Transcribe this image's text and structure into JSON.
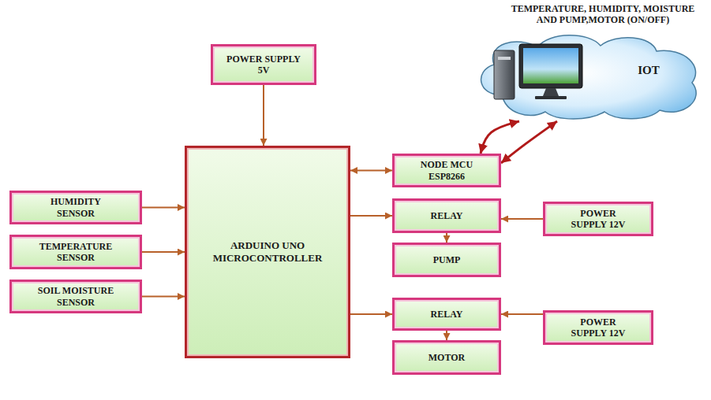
{
  "diagram": {
    "nodes": [
      {
        "text": [
          "TEMPERATURE, HUMIDITY, MOISTURE AND PUMP,MOTOR (ON/OFF)",
          "IOT"
        ]
      },
      {
        "text": [
          "POWER SUPPLY 5V"
        ]
      },
      {
        "text": [
          "ARDUINO UNO MICROCONTROLLER"
        ]
      },
      {
        "text": [
          "HUMIDITY SENSOR"
        ]
      },
      {
        "text": [
          "TEMPERATURE SENSOR"
        ]
      },
      {
        "text": [
          "SOIL MOISTURE SENSOR"
        ]
      },
      {
        "text": [
          "NODE MCU ESP8266"
        ]
      },
      {
        "text": [
          "RELAY"
        ]
      },
      {
        "text": [
          "POWER SUPPLY 12V"
        ]
      },
      {
        "text": [
          "PUMP"
        ]
      },
      {
        "text": [
          "RELAY"
        ]
      },
      {
        "text": [
          "POWER SUPPLY 12V"
        ]
      },
      {
        "text": [
          "MOTOR"
        ]
      }
    ],
    "edges": [
      {
        "from": 1,
        "to": 2,
        "arrow": "to"
      },
      {
        "from": 3,
        "to": 2,
        "arrow": "to"
      },
      {
        "from": 4,
        "to": 2,
        "arrow": "to"
      },
      {
        "from": 5,
        "to": 2,
        "arrow": "to"
      },
      {
        "from": 2,
        "to": 6,
        "arrow": "both"
      },
      {
        "from": 2,
        "to": 7,
        "arrow": "to"
      },
      {
        "from": 8,
        "to": 7,
        "arrow": "to"
      },
      {
        "from": 7,
        "to": 9,
        "arrow": "to"
      },
      {
        "from": 2,
        "to": 10,
        "arrow": "to"
      },
      {
        "from": 11,
        "to": 10,
        "arrow": "to"
      },
      {
        "from": 10,
        "to": 12,
        "arrow": "to"
      },
      {
        "from": 6,
        "to": 0,
        "arrow": "both"
      },
      {
        "from": 6,
        "to": 0,
        "arrow": "both"
      }
    ]
  }
}
